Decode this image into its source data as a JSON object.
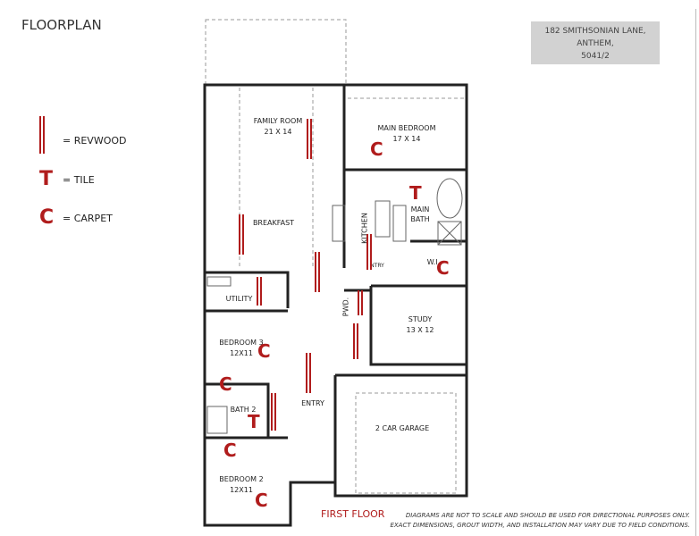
{
  "title": "FLOORPLAN",
  "address": {
    "line1": "182 SMITHSONIAN LANE,",
    "line2": "ANTHEM,",
    "line3": "5041/2"
  },
  "legend": [
    {
      "symbol": "revwood-lines",
      "label": "= REVWOOD"
    },
    {
      "symbol": "T",
      "label": "= TILE"
    },
    {
      "symbol": "C",
      "label": "= CARPET"
    }
  ],
  "rooms": {
    "family_room": "FAMILY ROOM",
    "family_room_size": "21 X 14",
    "main_bedroom": "MAIN BEDROOM",
    "main_bedroom_size": "17 X 14",
    "breakfast": "BREAKFAST",
    "kitchen": "KITCHEN",
    "main_bath_1": "MAIN",
    "main_bath_2": "BATH",
    "wic": "W.I.",
    "pantry": "NTRY",
    "utility": "UTILITY",
    "pwd": "PWD.",
    "study": "STUDY",
    "study_size": "13 X 12",
    "bedroom3": "BEDROOM 3",
    "bedroom3_size": "12X11",
    "entry": "ENTRY",
    "bath2": "BATH 2",
    "garage": "2 CAR GARAGE",
    "bedroom2": "BEDROOM 2",
    "bedroom2_size": "12X11"
  },
  "markers": {
    "tile": "T",
    "carpet": "C"
  },
  "floor_label": "FIRST FLOOR",
  "disclaimer": {
    "line1": "DIAGRAMS ARE NOT TO SCALE AND SHOULD BE USED FOR DIRECTIONAL PURPOSES ONLY.",
    "line2": "EXACT DIMENSIONS, GROUT WIDTH, AND INSTALLATION MAY VARY DUE TO FIELD CONDITIONS."
  },
  "colors": {
    "marker": "#b01c1c",
    "address_bg": "#d2d2d2"
  }
}
